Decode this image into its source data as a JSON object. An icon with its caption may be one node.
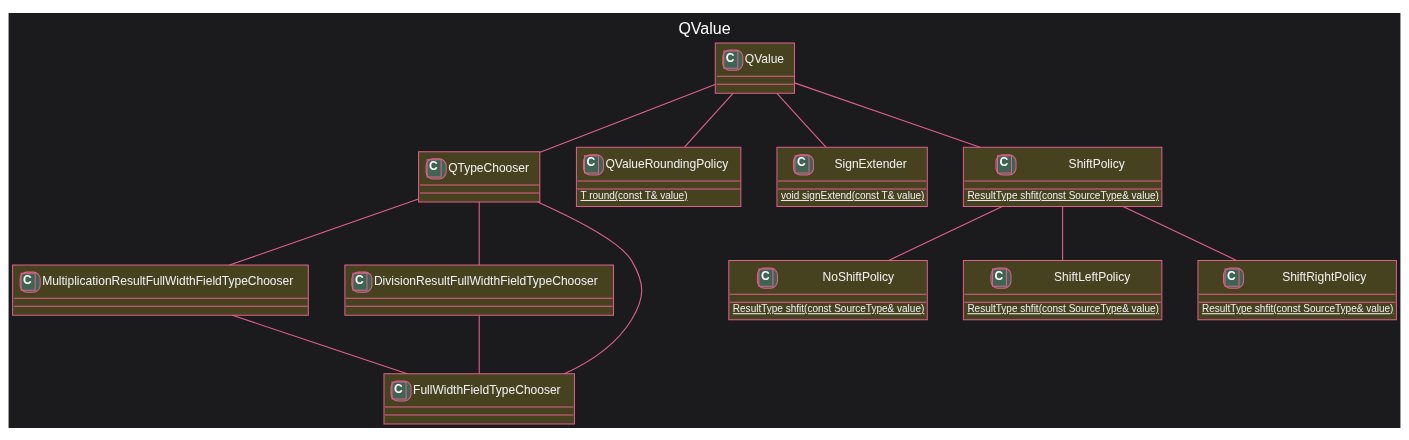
{
  "diagram": {
    "title": "QValue",
    "nodes": [
      {
        "text": [
          "C",
          "QValue"
        ]
      },
      {
        "text": [
          "C",
          "QTypeChooser"
        ]
      },
      {
        "text": [
          "C",
          "QValueRoundingPolicy",
          "T round(const T& value)"
        ]
      },
      {
        "text": [
          "C",
          "SignExtender",
          "void signExtend(const T& value)"
        ]
      },
      {
        "text": [
          "C",
          "ShiftPolicy",
          "ResultType shfit(const SourceType& value)"
        ]
      },
      {
        "text": [
          "C",
          "MultiplicationResultFullWidthFieldTypeChooser"
        ]
      },
      {
        "text": [
          "C",
          "DivisionResultFullWidthFieldTypeChooser"
        ]
      },
      {
        "text": [
          "C",
          "NoShiftPolicy",
          "ResultType shfit(const SourceType& value)"
        ]
      },
      {
        "text": [
          "C",
          "ShiftLeftPolicy",
          "ResultType shfit(const SourceType& value)"
        ]
      },
      {
        "text": [
          "C",
          "ShiftRightPolicy",
          "ResultType shfit(const SourceType& value)"
        ]
      },
      {
        "text": [
          "C",
          "FullWidthFieldTypeChooser"
        ]
      }
    ],
    "edges": [
      {
        "from": 0,
        "to": 1,
        "arrow": "none"
      },
      {
        "from": 0,
        "to": 2,
        "arrow": "none"
      },
      {
        "from": 0,
        "to": 3,
        "arrow": "none"
      },
      {
        "from": 0,
        "to": 4,
        "arrow": "none"
      },
      {
        "from": 1,
        "to": 5,
        "arrow": "none"
      },
      {
        "from": 1,
        "to": 6,
        "arrow": "none"
      },
      {
        "from": 1,
        "to": 10,
        "arrow": "none"
      },
      {
        "from": 5,
        "to": 10,
        "arrow": "none"
      },
      {
        "from": 6,
        "to": 10,
        "arrow": "none"
      },
      {
        "from": 4,
        "to": 7,
        "arrow": "none"
      },
      {
        "from": 4,
        "to": 8,
        "arrow": "none"
      },
      {
        "from": 4,
        "to": 9,
        "arrow": "none"
      }
    ]
  }
}
